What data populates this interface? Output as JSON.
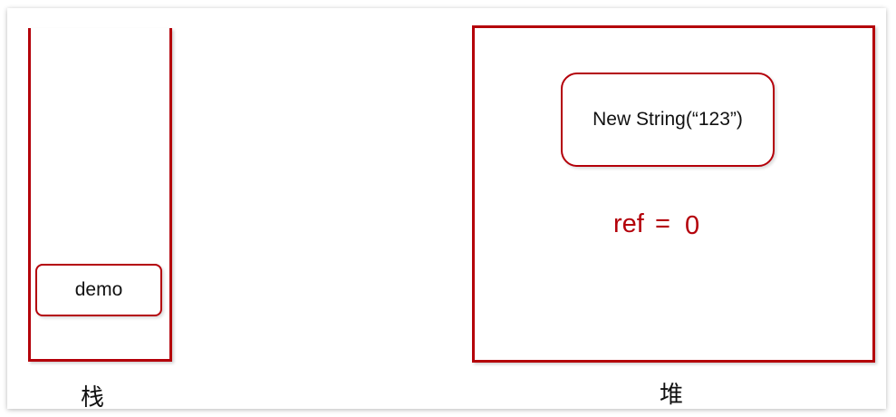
{
  "stack": {
    "caption": "栈",
    "variable": "demo"
  },
  "heap": {
    "caption": "堆",
    "object_label": "New String(“123”)",
    "ref_label": "ref",
    "ref_equals": "=",
    "ref_value": "0"
  },
  "colors": {
    "accent": "#b4000a",
    "text": "#111111",
    "background": "#ffffff"
  }
}
